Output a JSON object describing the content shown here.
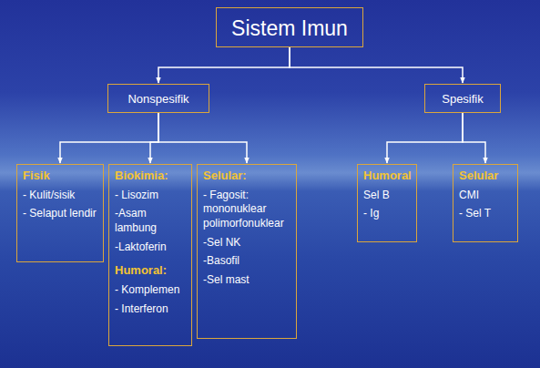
{
  "diagram": {
    "nodes": [
      {
        "text": [
          "Sistem Imun"
        ]
      },
      {
        "text": [
          "Nonspesifik"
        ]
      },
      {
        "text": [
          "Spesifik"
        ]
      },
      {
        "text": [
          "Fisik",
          "- Kulit/sisik",
          "- Selaput lendir"
        ]
      },
      {
        "text": [
          "Biokimia:",
          "- Lisozim",
          "-Asam lambung",
          "-Laktoferin",
          "Humoral:",
          "- Komplemen",
          "- Interferon"
        ]
      },
      {
        "text": [
          "Selular:",
          "- Fagosit: mononuklear polimorfonuklear",
          "-Sel NK",
          "-Basofil",
          "-Sel mast"
        ]
      },
      {
        "text": [
          "Humoral",
          "Sel B",
          "- Ig"
        ]
      },
      {
        "text": [
          "Selular",
          "CMI",
          "- Sel T"
        ]
      }
    ],
    "edges": [
      {
        "from": 0,
        "to": 1,
        "arrow": "to"
      },
      {
        "from": 0,
        "to": 2,
        "arrow": "to"
      },
      {
        "from": 1,
        "to": 3,
        "arrow": "to"
      },
      {
        "from": 1,
        "to": 4,
        "arrow": "to"
      },
      {
        "from": 1,
        "to": 5,
        "arrow": "to"
      },
      {
        "from": 2,
        "to": 6,
        "arrow": "to"
      },
      {
        "from": 2,
        "to": 7,
        "arrow": "to"
      }
    ]
  }
}
